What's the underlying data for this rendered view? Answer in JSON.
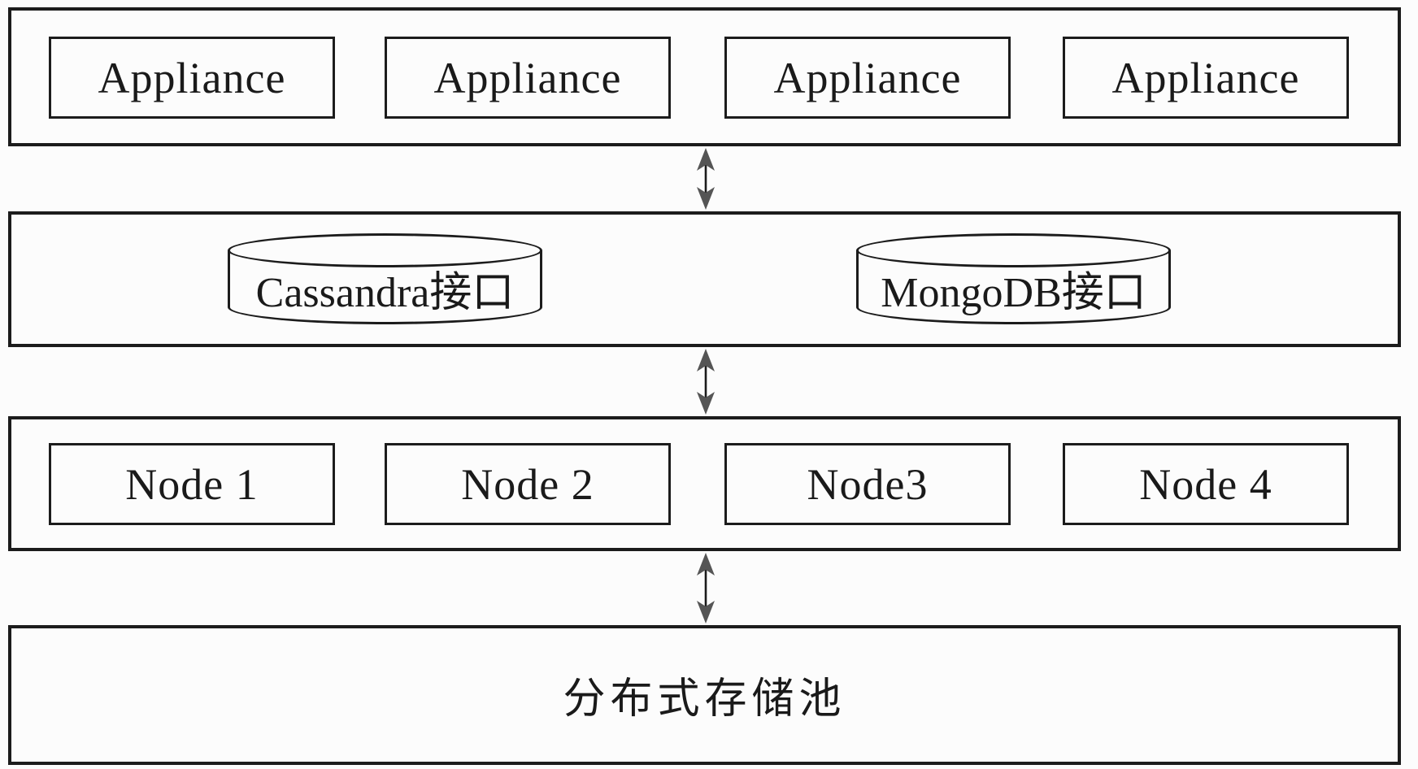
{
  "colors": {
    "background": "#fcfcfc",
    "line": "#1c1c1c",
    "arrow": "#555555",
    "text": "#1a1a1a"
  },
  "layers": {
    "appliance": {
      "items": [
        {
          "label": "Appliance"
        },
        {
          "label": "Appliance"
        },
        {
          "label": "Appliance"
        },
        {
          "label": "Appliance"
        }
      ]
    },
    "interface": {
      "cylinders": [
        {
          "label": "Cassandra接口"
        },
        {
          "label": "MongoDB接口"
        }
      ]
    },
    "node": {
      "items": [
        {
          "label": "Node 1"
        },
        {
          "label": "Node 2"
        },
        {
          "label": "Node3"
        },
        {
          "label": "Node 4"
        }
      ]
    },
    "storage": {
      "label": "分布式存储池"
    }
  }
}
